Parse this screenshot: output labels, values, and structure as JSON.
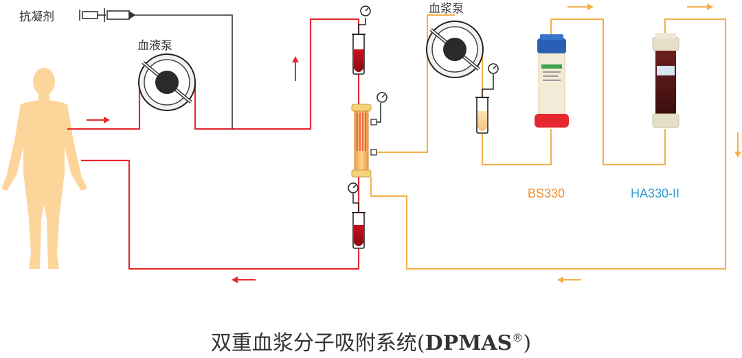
{
  "labels": {
    "anticoagulant": "抗凝剂",
    "blood_pump": "血液泵",
    "plasma_pump": "血浆泵",
    "bs330": "BS330",
    "ha330": "HA330-II"
  },
  "title": {
    "cn": "双重血浆分子吸附系统",
    "open": "(",
    "en": "DPMAS",
    "sup": "®",
    "close": ")"
  },
  "colors": {
    "blood": "#e5282f",
    "plasma": "#f5b04c",
    "body": "#fcd59a",
    "bs330_label": "#f08d2e",
    "ha330_label": "#2d9bd4",
    "tube_black": "#333333"
  }
}
